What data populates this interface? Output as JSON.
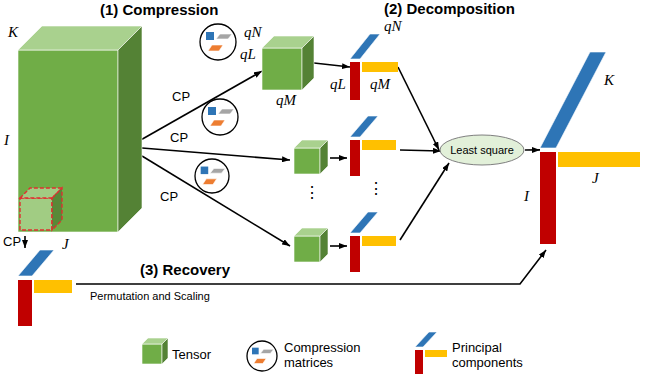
{
  "diagram": {
    "nodes": [
      {
        "text": [
          "K",
          "I",
          "J"
        ]
      },
      {
        "text": [
          "qN",
          "qL",
          "qM"
        ]
      },
      {
        "text": [
          "qN",
          "qL",
          "qM"
        ]
      },
      {
        "text": [
          "Least square"
        ]
      },
      {
        "text": [
          "K",
          "I",
          "J"
        ]
      }
    ],
    "edges": [
      {
        "from": 0,
        "to": 1,
        "arrow": "to",
        "label": "CP"
      },
      {
        "from": 1,
        "to": 2,
        "arrow": "to"
      },
      {
        "from": 2,
        "to": 3,
        "arrow": "to"
      },
      {
        "from": 3,
        "to": 4,
        "arrow": "to"
      }
    ],
    "labels": [
      "(1) Compression",
      "(2) Decomposition",
      "CP",
      "CP",
      "⋮",
      "⋮",
      "CP",
      "(3) Recovery",
      "Permutation and Scaling"
    ],
    "legend": [
      {
        "text": "Tensor",
        "color": "#70ad47"
      },
      {
        "text": "Compression matrices"
      },
      {
        "text": "Principal components"
      }
    ]
  }
}
